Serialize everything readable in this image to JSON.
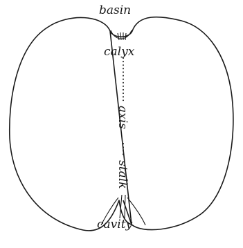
{
  "labels": {
    "basin": "basin",
    "calyx": "calyx",
    "axis": "axis",
    "stalk": "stalk",
    "cavity": "cavity"
  },
  "colors": {
    "ink": "#1a1a1a",
    "background": "#ffffff"
  }
}
